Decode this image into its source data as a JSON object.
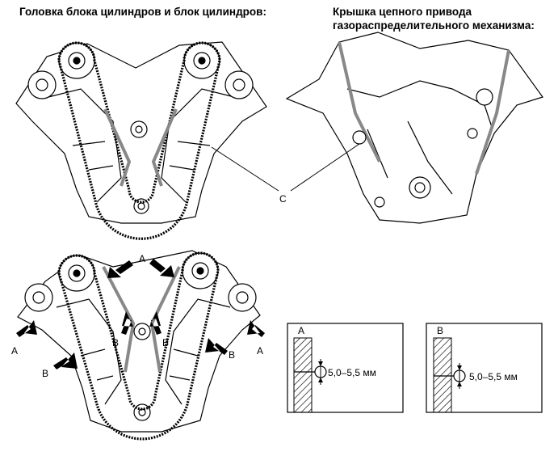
{
  "captions": {
    "head_and_block": "Головка блока цилиндров и блок цилиндров:",
    "chain_cover_line1": "Крышка цепного привода",
    "chain_cover_line2": "газораспределительного механизма:"
  },
  "labels": {
    "c": "C",
    "a": "A",
    "b": "B"
  },
  "details": {
    "a": {
      "title": "A",
      "dimension": "5,0–5,5 мм"
    },
    "b": {
      "title": "B",
      "dimension": "5,0–5,5 мм"
    }
  }
}
